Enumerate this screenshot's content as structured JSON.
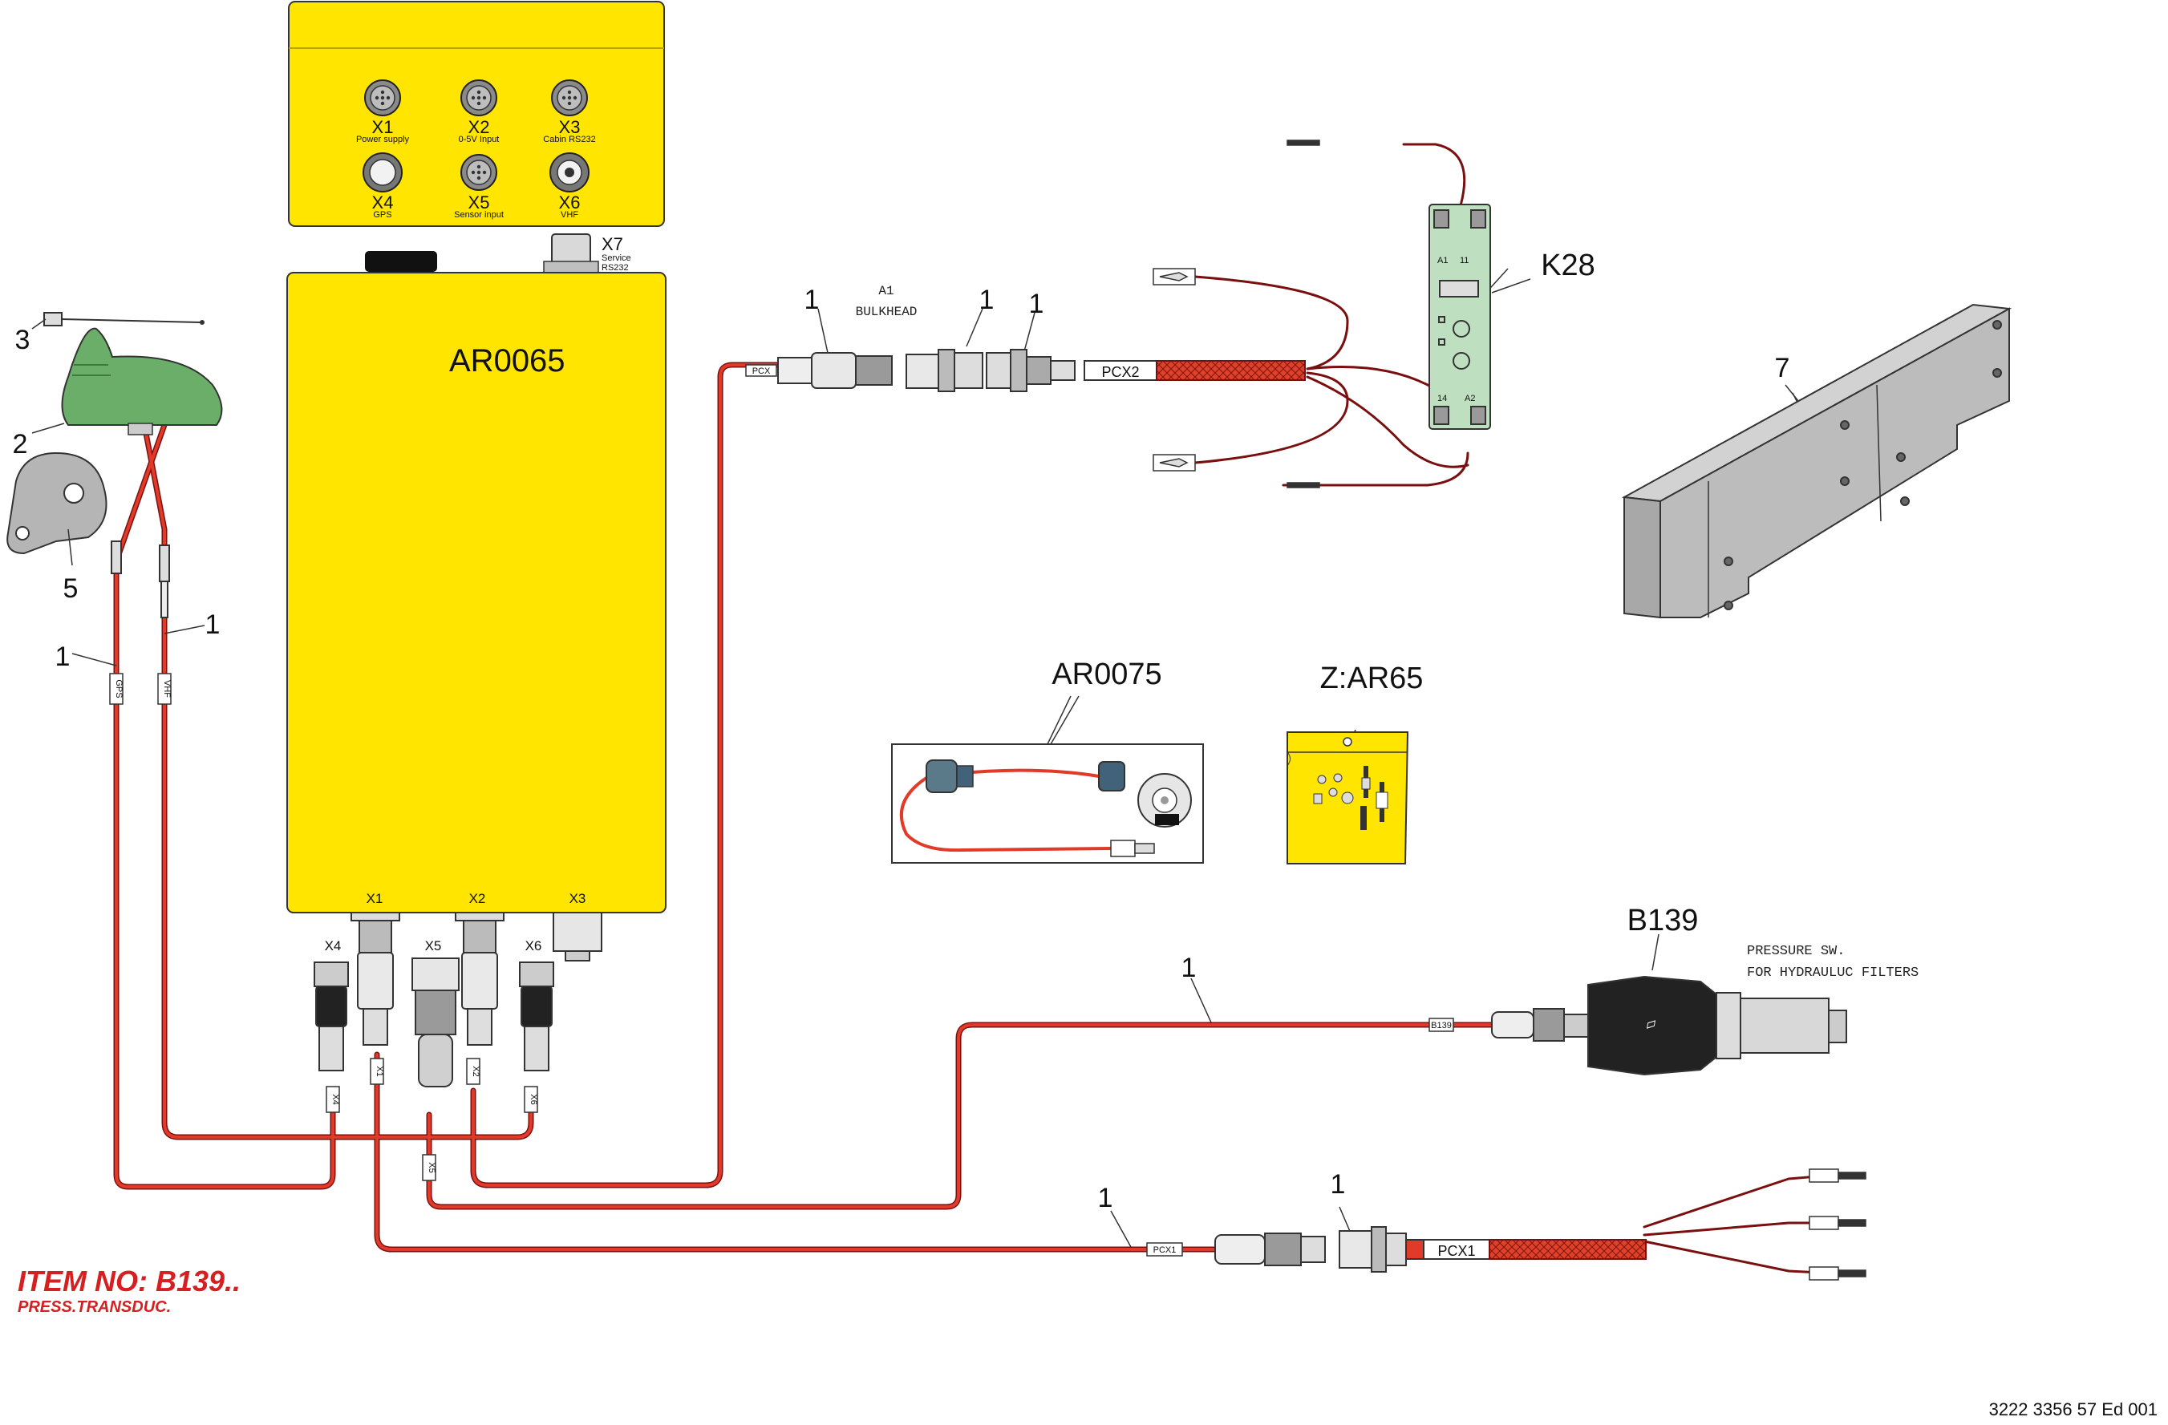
{
  "ar0065": {
    "title": "AR0065",
    "ports_top": [
      {
        "id": "X1",
        "desc": "Power supply"
      },
      {
        "id": "X2",
        "desc": "0-5V Input"
      },
      {
        "id": "X3",
        "desc": "Cabin RS232"
      },
      {
        "id": "X4",
        "desc": "GPS"
      },
      {
        "id": "X5",
        "desc": "Sensor input"
      },
      {
        "id": "X6",
        "desc": "VHF"
      }
    ],
    "x7": {
      "id": "X7",
      "desc1": "Service",
      "desc2": "RS232"
    },
    "bottom_ports": [
      "X1",
      "X2",
      "X3"
    ],
    "connectors": [
      "X4",
      "X5",
      "X6"
    ]
  },
  "callouts": {
    "one": "1",
    "antenna_rod": "3",
    "antenna_base": "2",
    "bracket": "5",
    "rail": "7"
  },
  "bulkhead": {
    "line1": "A1",
    "line2": "BULKHEAD"
  },
  "cable_tags": {
    "gps": "GPS",
    "vhf": "VHF",
    "pcx": "PCX",
    "pcx1": "PCX1",
    "pcx2": "PCX2",
    "b139": "B139",
    "x1": "X1",
    "x2": "X2",
    "x4": "X4",
    "x5": "X5",
    "x6": "X6"
  },
  "relay": {
    "name": "K28",
    "a1": "A1",
    "t11": "11",
    "t14": "14",
    "a2": "A2"
  },
  "ar0075": {
    "name": "AR0075"
  },
  "zar65": {
    "name": "Z:AR65"
  },
  "b139": {
    "name": "B139",
    "desc1": "PRESSURE SW.",
    "desc2": "FOR HYDRAULUC FILTERS"
  },
  "item": {
    "line1": "ITEM NO: B139..",
    "line2": "PRESS.TRANSDUC."
  },
  "doc_number": "3222 3356 57 Ed 001"
}
